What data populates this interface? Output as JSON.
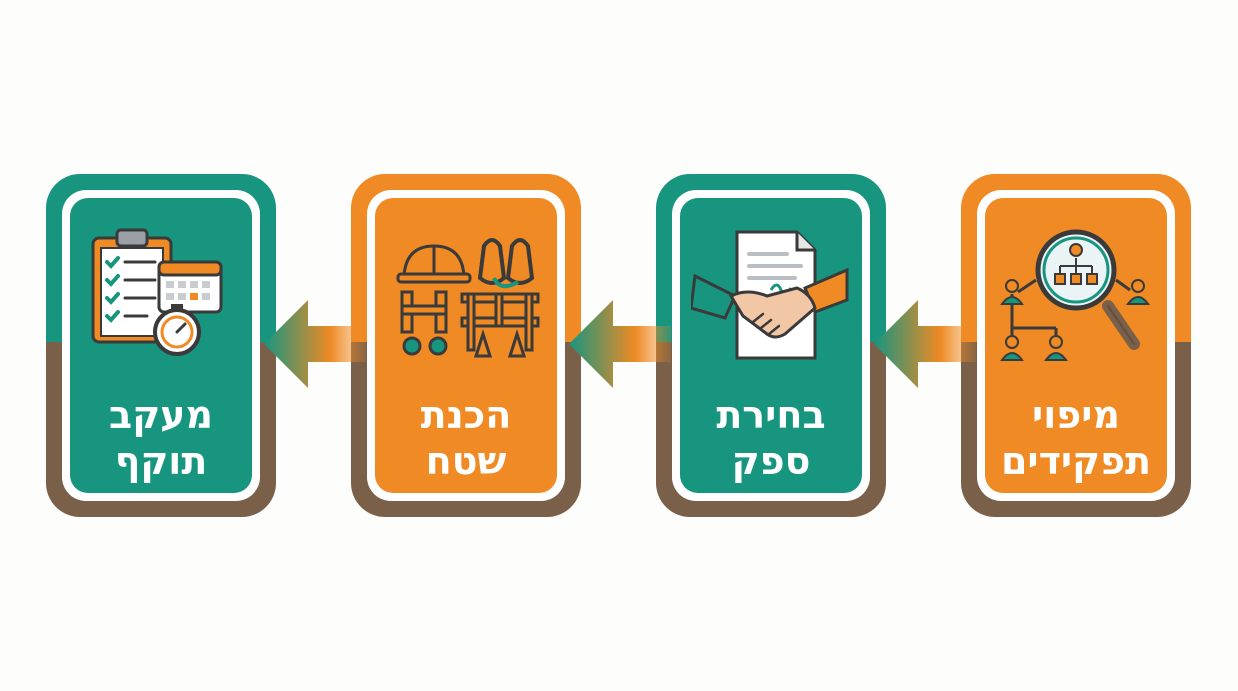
{
  "colors": {
    "teal": "#17957f",
    "orange": "#ef8a24",
    "brown": "#7a6049",
    "outline": "#3a3a3a"
  },
  "steps": [
    {
      "label_line1": "מיפוי",
      "label_line2": "תפקידים",
      "icon": "org-chart-magnifier-icon"
    },
    {
      "label_line1": "בחירת",
      "label_line2": "ספק",
      "icon": "handshake-contract-icon"
    },
    {
      "label_line1": "הכנת",
      "label_line2": "שטח",
      "icon": "safety-gear-scaffold-icon"
    },
    {
      "label_line1": "מעקב",
      "label_line2": "תוקף",
      "icon": "checklist-calendar-stopwatch-icon"
    }
  ]
}
